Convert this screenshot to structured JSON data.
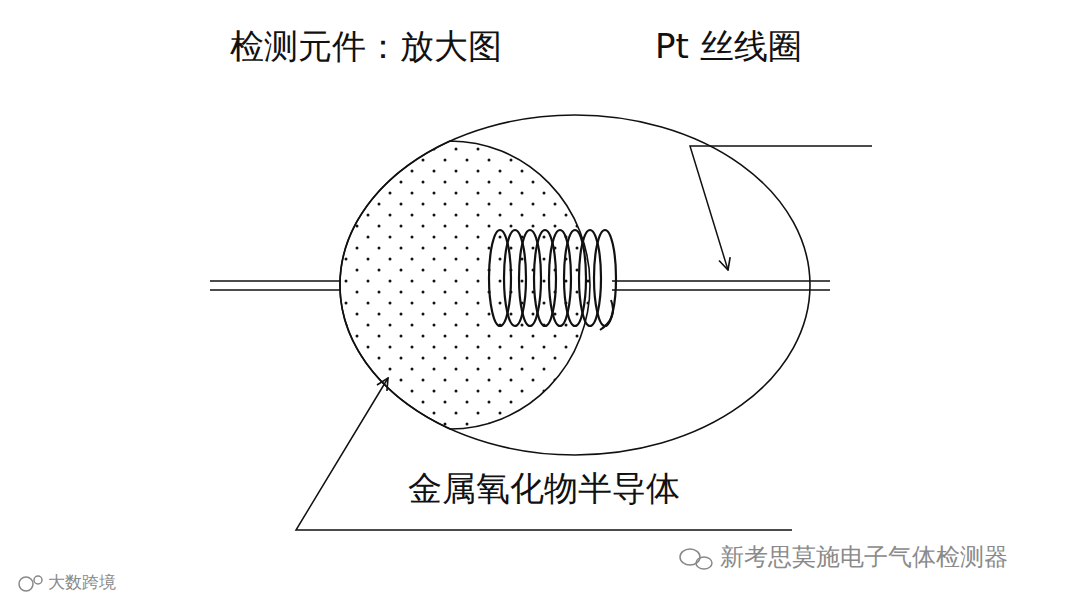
{
  "diagram": {
    "title": "检测元件：放大图",
    "labels": [
      "Pt 丝线圈",
      "金属氧化物半导体",
      "新考思莫施电子气体检测器",
      "大数跨境"
    ]
  }
}
